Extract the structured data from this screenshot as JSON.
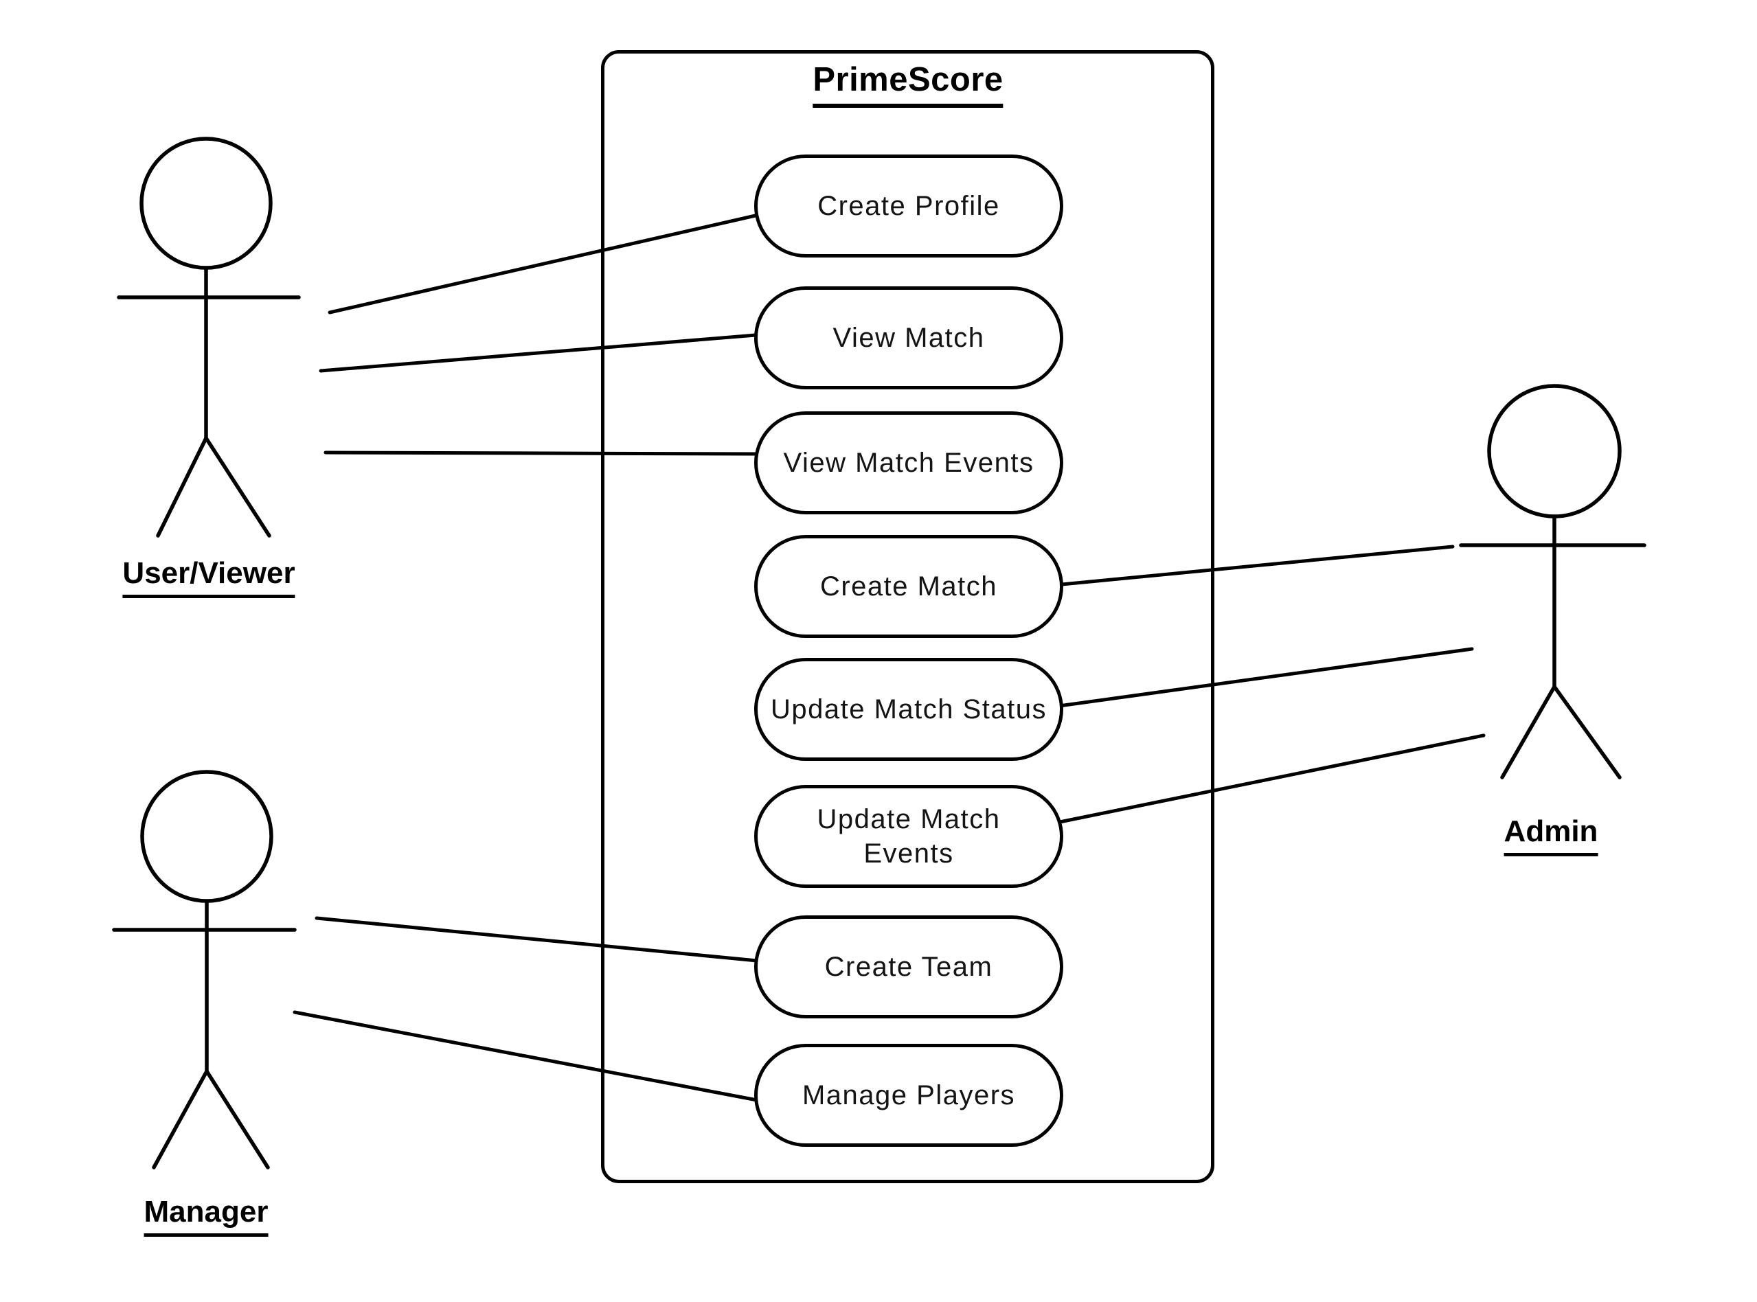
{
  "system": {
    "title": "PrimeScore"
  },
  "use_cases": [
    {
      "id": "create-profile",
      "label": "Create Profile"
    },
    {
      "id": "view-match",
      "label": "View Match"
    },
    {
      "id": "view-match-events",
      "label": "View Match Events"
    },
    {
      "id": "create-match",
      "label": "Create Match"
    },
    {
      "id": "update-match-status",
      "label": "Update Match Status"
    },
    {
      "id": "update-match-events",
      "label": "Update Match Events"
    },
    {
      "id": "create-team",
      "label": "Create Team"
    },
    {
      "id": "manage-players",
      "label": "Manage Players"
    }
  ],
  "actors": [
    {
      "id": "user-viewer",
      "label": "User/Viewer"
    },
    {
      "id": "manager",
      "label": "Manager"
    },
    {
      "id": "admin",
      "label": "Admin"
    }
  ],
  "associations": [
    {
      "from": "user-viewer",
      "to": "create-profile"
    },
    {
      "from": "user-viewer",
      "to": "view-match"
    },
    {
      "from": "user-viewer",
      "to": "view-match-events"
    },
    {
      "from": "admin",
      "to": "create-match"
    },
    {
      "from": "admin",
      "to": "update-match-status"
    },
    {
      "from": "admin",
      "to": "update-match-events"
    },
    {
      "from": "manager",
      "to": "create-team"
    },
    {
      "from": "manager",
      "to": "manage-players"
    }
  ],
  "colors": {
    "stroke": "#000000",
    "background": "#ffffff",
    "text": "#141414"
  }
}
